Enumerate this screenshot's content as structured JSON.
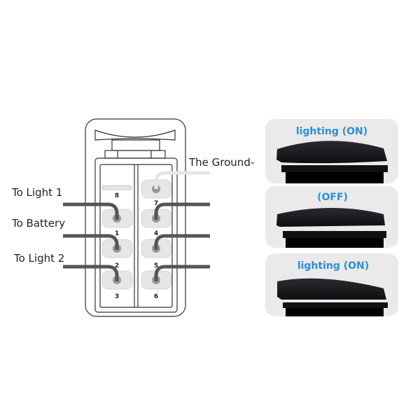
{
  "labels": {
    "to_light_1": "To Light 1",
    "to_battery": "To Battery",
    "to_light_2": "To Light 2",
    "ground": "The Ground-"
  },
  "pins": [
    "8",
    "7",
    "1",
    "4",
    "2",
    "5",
    "3",
    "6"
  ],
  "states": [
    {
      "label": "lighting (ON)"
    },
    {
      "label": "(OFF)"
    },
    {
      "label": "lighting (ON)"
    }
  ],
  "colors": {
    "state_text": "#2a8fd6",
    "wire": "#555555",
    "ground_wire": "#e6e6e6",
    "panel_bg": "#ebe9ea"
  }
}
